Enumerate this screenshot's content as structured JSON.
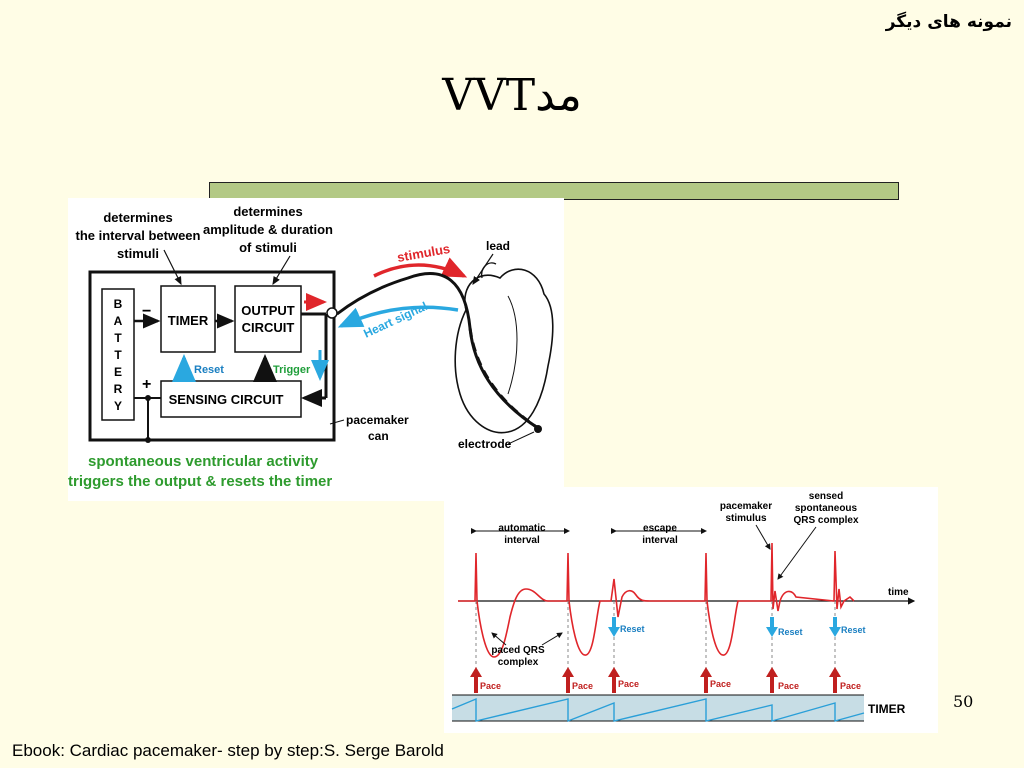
{
  "header": {
    "section_title": "نمونه های دیگر",
    "title_latin": "VVT",
    "title_persian": "مد"
  },
  "figure1": {
    "label_interval": [
      "determines",
      "the interval between",
      "stimuli"
    ],
    "label_amplitude": [
      "determines",
      "amplitude & duration",
      "of stimuli"
    ],
    "battery_letters": [
      "B",
      "A",
      "T",
      "T",
      "E",
      "R",
      "Y"
    ],
    "battery_minus": "−",
    "battery_plus": "+",
    "timer": "TIMER",
    "output_circuit": [
      "OUTPUT",
      "CIRCUIT"
    ],
    "sensing_circuit": "SENSING CIRCUIT",
    "reset": "Reset",
    "trigger": "Trigger",
    "stimulus": "stimulus",
    "heart_signal": "Heart signal",
    "lead": "lead",
    "pacemaker_can": [
      "pacemaker",
      "can"
    ],
    "electrode": "electrode",
    "caption": [
      "spontaneous ventricular activity",
      "triggers the output & resets the timer"
    ],
    "colors": {
      "stimulus": "#e0262b",
      "signal": "#2aa8e0",
      "caption": "#2e9b2e",
      "trigger": "#1f9e3a"
    }
  },
  "figure2": {
    "automatic_interval": [
      "automatic",
      "interval"
    ],
    "escape_interval": [
      "escape",
      "interval"
    ],
    "pacemaker_stimulus": [
      "pacemaker",
      "stimulus"
    ],
    "sensed_qrs": [
      "sensed",
      "spontaneous",
      "QRS complex"
    ],
    "time": "time",
    "paced_qrs": [
      "paced QRS",
      "complex"
    ],
    "reset": "Reset",
    "pace": "Pace",
    "timer": "TIMER",
    "colors": {
      "ecg": "#e0262b",
      "reset": "#2aa8e0",
      "timer_band": "#c7dde5",
      "sawtooth": "#2a9fd8"
    }
  },
  "footer": {
    "page_number": "50",
    "citation": "Ebook: Cardiac pacemaker- step by step:S. Serge Barold"
  }
}
